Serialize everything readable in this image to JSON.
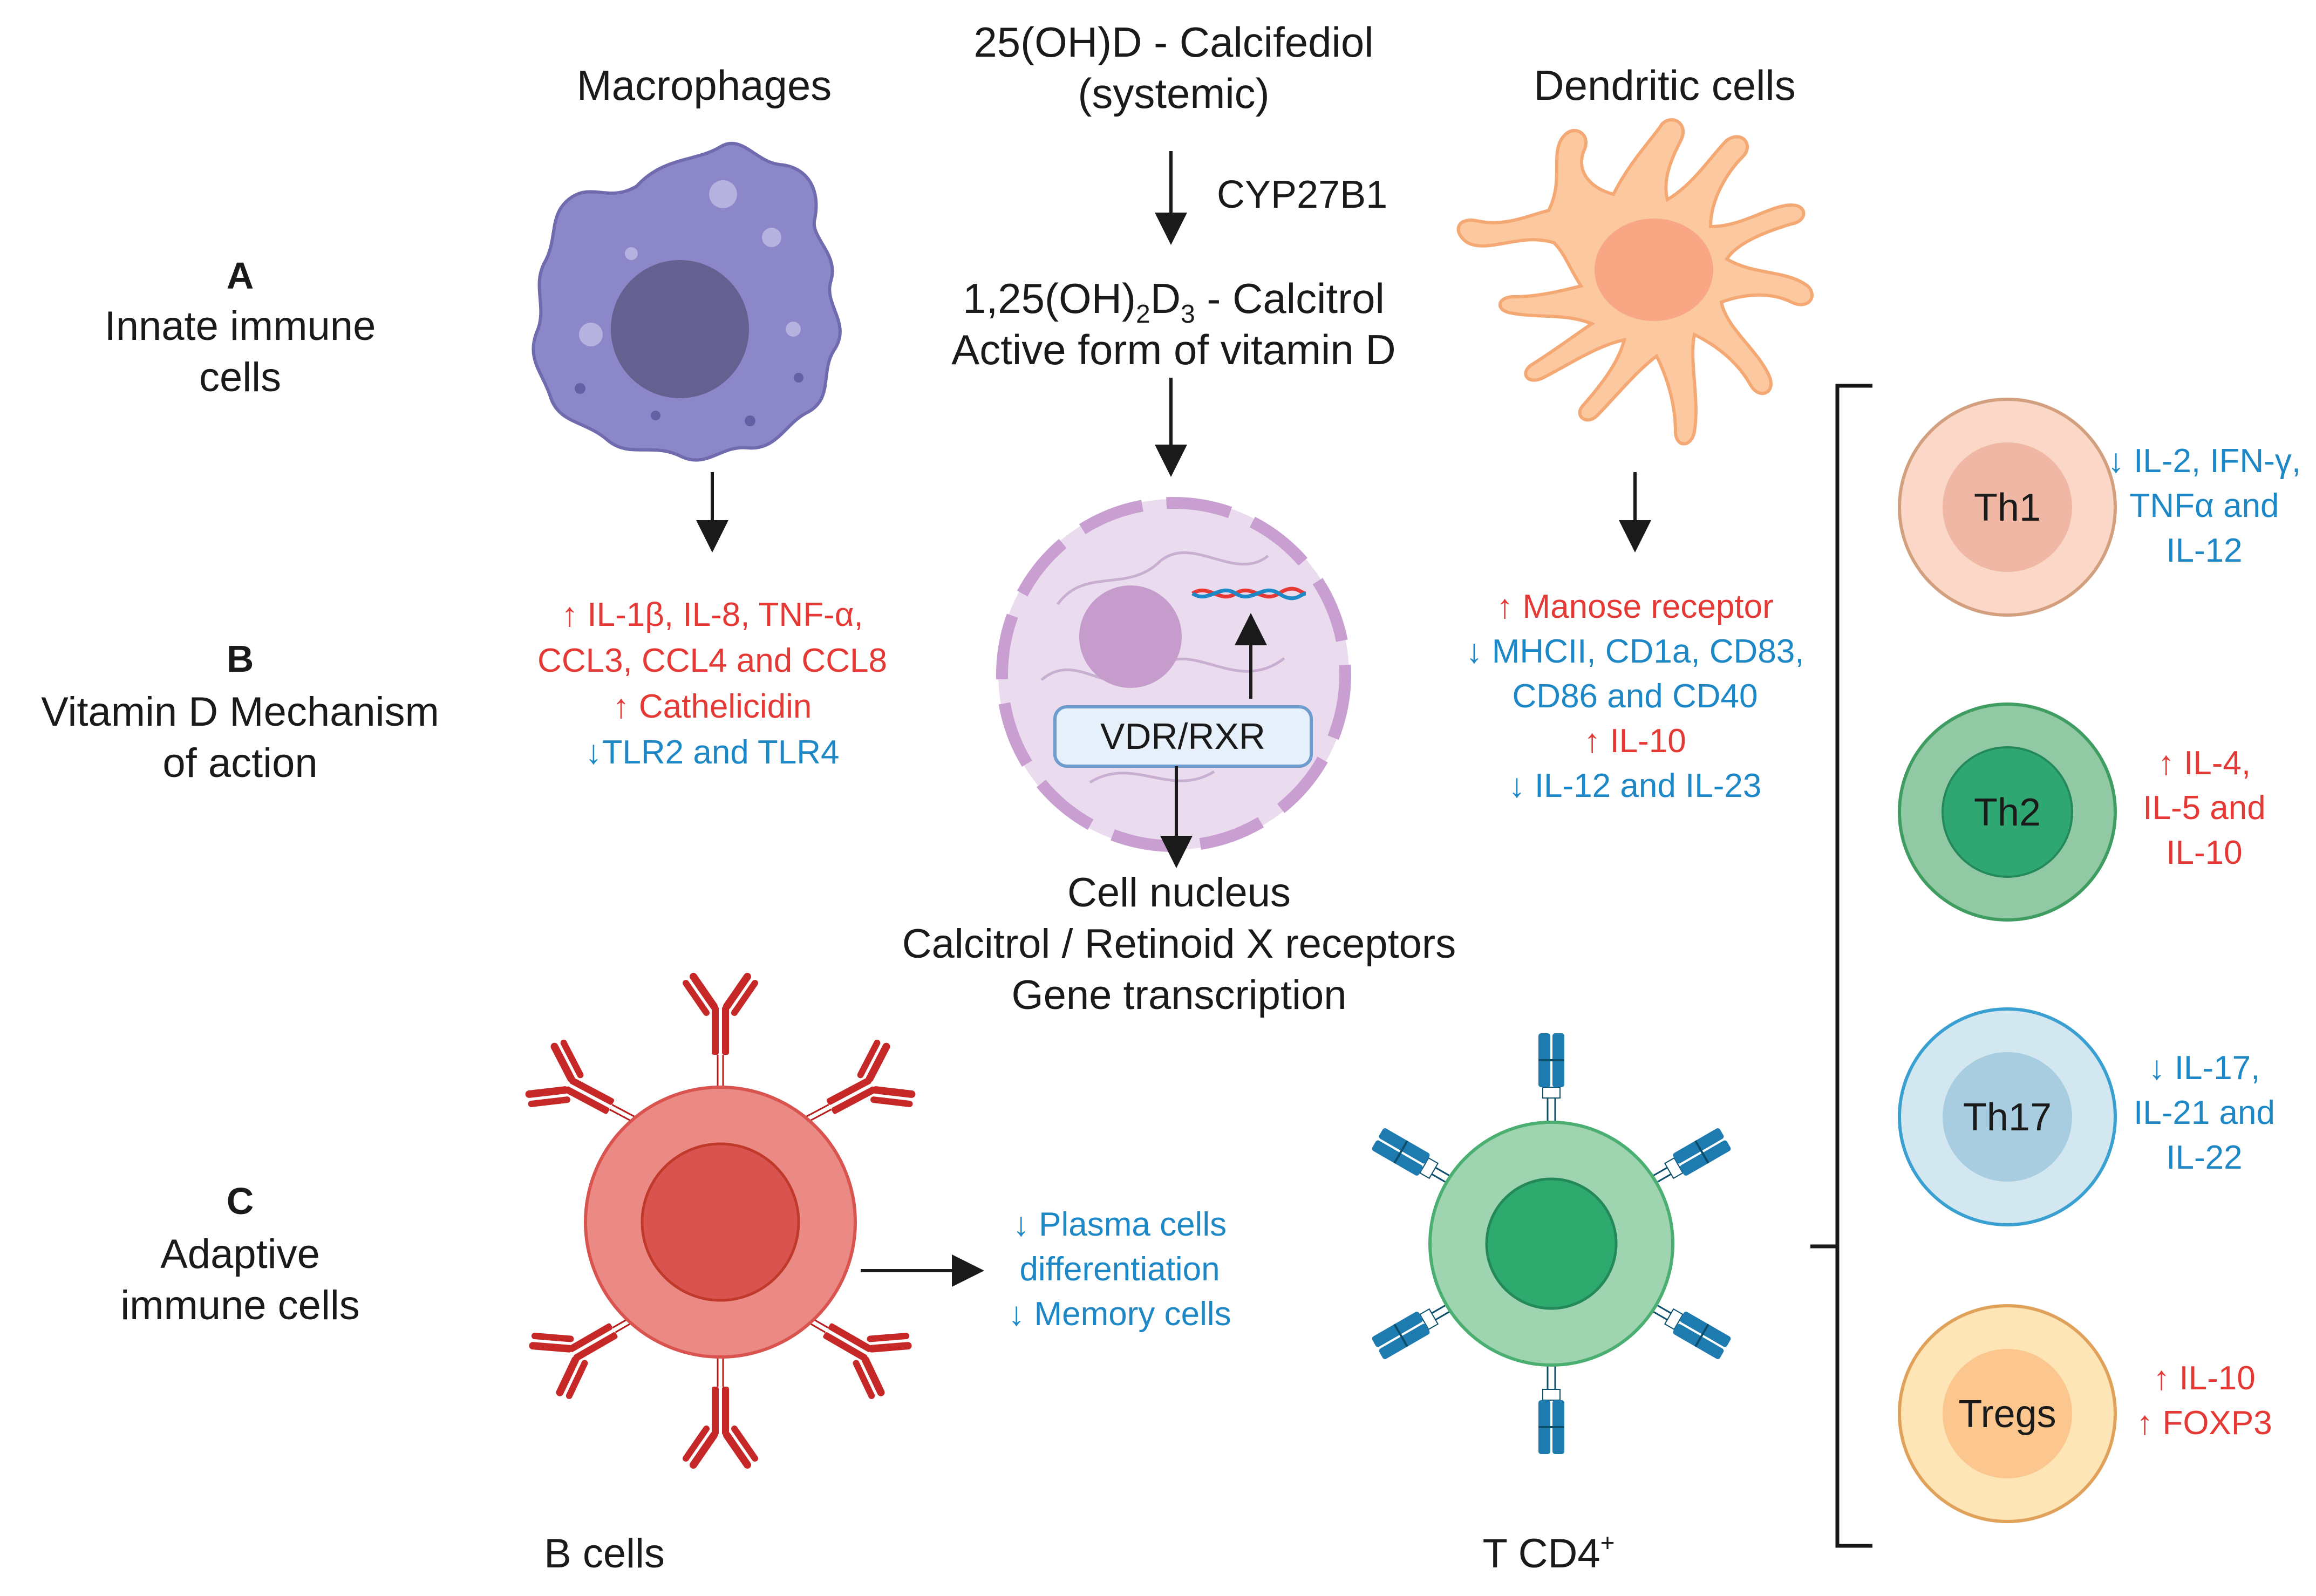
{
  "sections": {
    "a": {
      "letter": "A",
      "line1": "Innate immune",
      "line2": "cells"
    },
    "b": {
      "letter": "B",
      "line1": "Vitamin D Mechanism",
      "line2": "of action"
    },
    "c": {
      "letter": "C",
      "line1": "Adaptive",
      "line2": "immune cells"
    }
  },
  "pathway": {
    "precursor_line1": "25(OH)D - Calcifediol",
    "precursor_line2": "(systemic)",
    "enzyme": "CYP27B1",
    "active_part1": "1,25(OH)",
    "active_sub1": "2",
    "active_part2": "D",
    "active_sub2": "3",
    "active_part3": " - Calcitrol",
    "active_line2": "Active form of vitamin D",
    "receptor": "VDR/RXR",
    "nucleus_line1": "Cell nucleus",
    "nucleus_line2": "Calcitrol / Retinoid X receptors",
    "nucleus_line3": "Gene transcription"
  },
  "macrophages": {
    "title": "Macrophages",
    "effects": [
      "↑ IL-1β, IL-8, TNF-α,",
      "CCL3, CCL4 and CCL8",
      "↑ Cathelicidin",
      "↓TLR2 and TLR4"
    ]
  },
  "dendritic": {
    "title": "Dendritic cells",
    "effects": [
      "↑ Manose receptor",
      "↓ MHCII, CD1a, CD83,",
      "CD86 and CD40",
      "↑ IL-10",
      "↓ IL-12 and IL-23"
    ]
  },
  "bcells": {
    "title": "B cells",
    "effects": [
      "↓ Plasma cells",
      "differentiation",
      "↓ Memory cells"
    ]
  },
  "tcells": {
    "title_main": "T CD4",
    "title_sup": "+"
  },
  "subsets": [
    {
      "name": "Th1",
      "effects": [
        "↓ IL-2, IFN-γ,",
        "TNFα and",
        "IL-12"
      ]
    },
    {
      "name": "Th2",
      "effects": [
        "↑ IL-4,",
        "IL-5 and",
        "IL-10"
      ]
    },
    {
      "name": "Th17",
      "effects": [
        "↓ IL-17,",
        "IL-21 and",
        "IL-22"
      ]
    },
    {
      "name": "Tregs",
      "effects": [
        "↑ IL-10",
        "↑ FOXP3"
      ]
    }
  ],
  "colors": {
    "increase": "#e53935",
    "decrease": "#1e88c7",
    "text": "#1a1a1a",
    "macrophage": "#8b87c8",
    "dendritic": "#fbc8a0",
    "bcell": "#eb8a85",
    "tcell": "#9fd4b1",
    "th1": "#fbd7c8",
    "th2": "#90c9a3",
    "th17": "#d3e7f1",
    "tregs": "#fde5b5"
  }
}
